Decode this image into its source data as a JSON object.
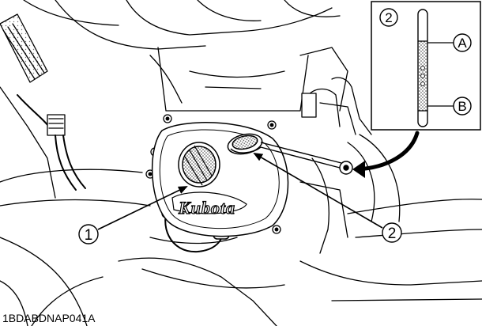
{
  "figure": {
    "code": "1BDABDNAP041A",
    "logo_text": "Kubota"
  },
  "callouts": {
    "one": "1",
    "two": "2"
  },
  "inset": {
    "number": "2",
    "marker_a": "A",
    "marker_b": "B"
  }
}
